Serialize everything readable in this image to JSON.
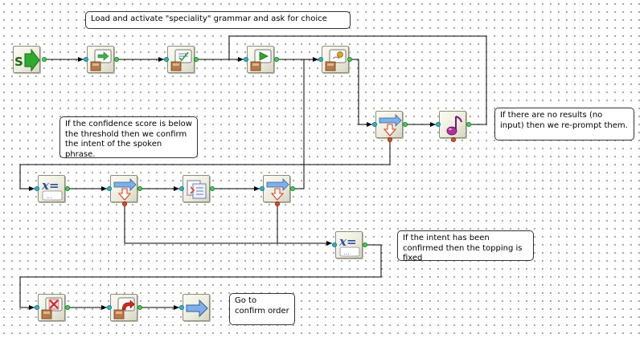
{
  "notes": {
    "load_grammar": "Load and activate \"speciality\" grammar and ask for choice",
    "no_results": "If there are no results (no input) then we re-prompt them.",
    "confidence": "If the confidence score is below the threshold then we confirm the intent of the spoken phrase.",
    "intent_confirmed": "If the intent has been confirmed then the topping is fixed",
    "confirm_order": "Go to confirm order"
  },
  "start_node": {
    "label": "S"
  },
  "variable_node": {
    "label": "x="
  },
  "icons": {
    "start": "start-arrow-icon",
    "grammar": "grammar-icon",
    "activate": "activate-grammar-icon",
    "prompt": "prompt-play-icon",
    "recognize": "recognize-icon",
    "decision": "decision-icon",
    "audio": "audio-note-icon",
    "variable": "variable-assign-icon",
    "confirm": "confirm-icon",
    "cancel": "cancel-icon",
    "transfer": "transfer-icon",
    "goto": "goto-arrow-icon"
  },
  "colors": {
    "connector": "#000000",
    "port_in": "#2eb6c7",
    "port_out": "#43d356",
    "port_false": "#e34b2f"
  }
}
